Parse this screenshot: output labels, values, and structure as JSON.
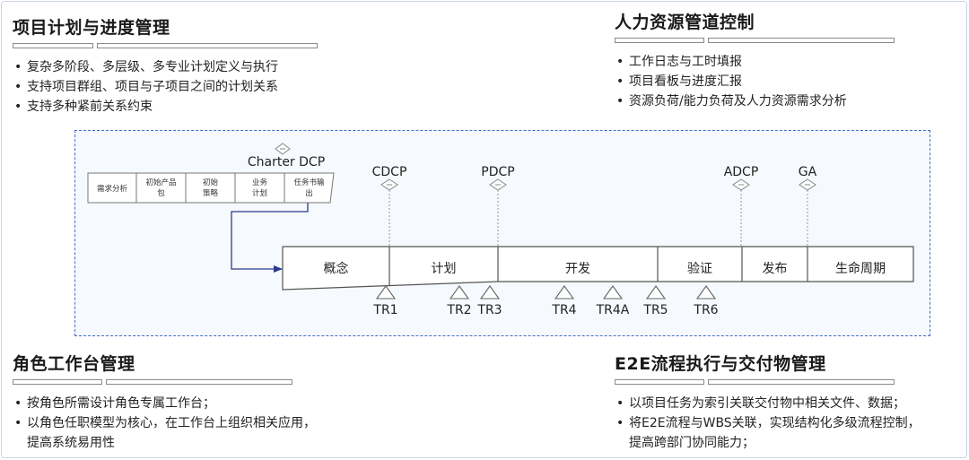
{
  "sections": {
    "top_left": {
      "title": "项目计划与进度管理",
      "items": [
        "复杂多阶段、多层级、多专业计划定义与执行",
        "支持项目群组、项目与子项目之间的计划关系",
        "支持多种紧前关系约束"
      ]
    },
    "top_right": {
      "title": "人力资源管道控制",
      "items": [
        "工作日志与工时填报",
        "项目看板与进度汇报",
        "资源负荷/能力负荷及人力资源需求分析"
      ]
    },
    "bottom_left": {
      "title": "角色工作台管理",
      "items": [
        "按角色所需设计角色专属工作台；",
        "以角色任职模型为核心，在工作台上组织相关应用，",
        "提高系统易用性"
      ]
    },
    "bottom_right": {
      "title": "E2E流程执行与交付物管理",
      "items": [
        "以项目任务为索引关联交付物中相关文件、数据；",
        "将E2E流程与WBS关联，实现结构化多级流程控制，",
        "提高跨部门协同能力；"
      ]
    }
  },
  "diagram": {
    "charter_label": "Charter DCP",
    "charter_steps": [
      [
        "需求分析"
      ],
      [
        "初始产品",
        "包"
      ],
      [
        "初始",
        "策略"
      ],
      [
        "业务",
        "计划"
      ],
      [
        "任务书输",
        "出"
      ]
    ],
    "milestones": [
      "CDCP",
      "PDCP",
      "ADCP",
      "GA"
    ],
    "phases": [
      "概念",
      "计划",
      "开发",
      "验证",
      "发布",
      "生命周期"
    ],
    "reviews": [
      "TR1",
      "TR2",
      "TR3",
      "TR4",
      "TR4A",
      "TR5",
      "TR6"
    ]
  },
  "colors": {
    "frame_border": "#3f6fc4",
    "arrow": "#2b3a8c",
    "diagram_bg": "#f6f9fd"
  }
}
